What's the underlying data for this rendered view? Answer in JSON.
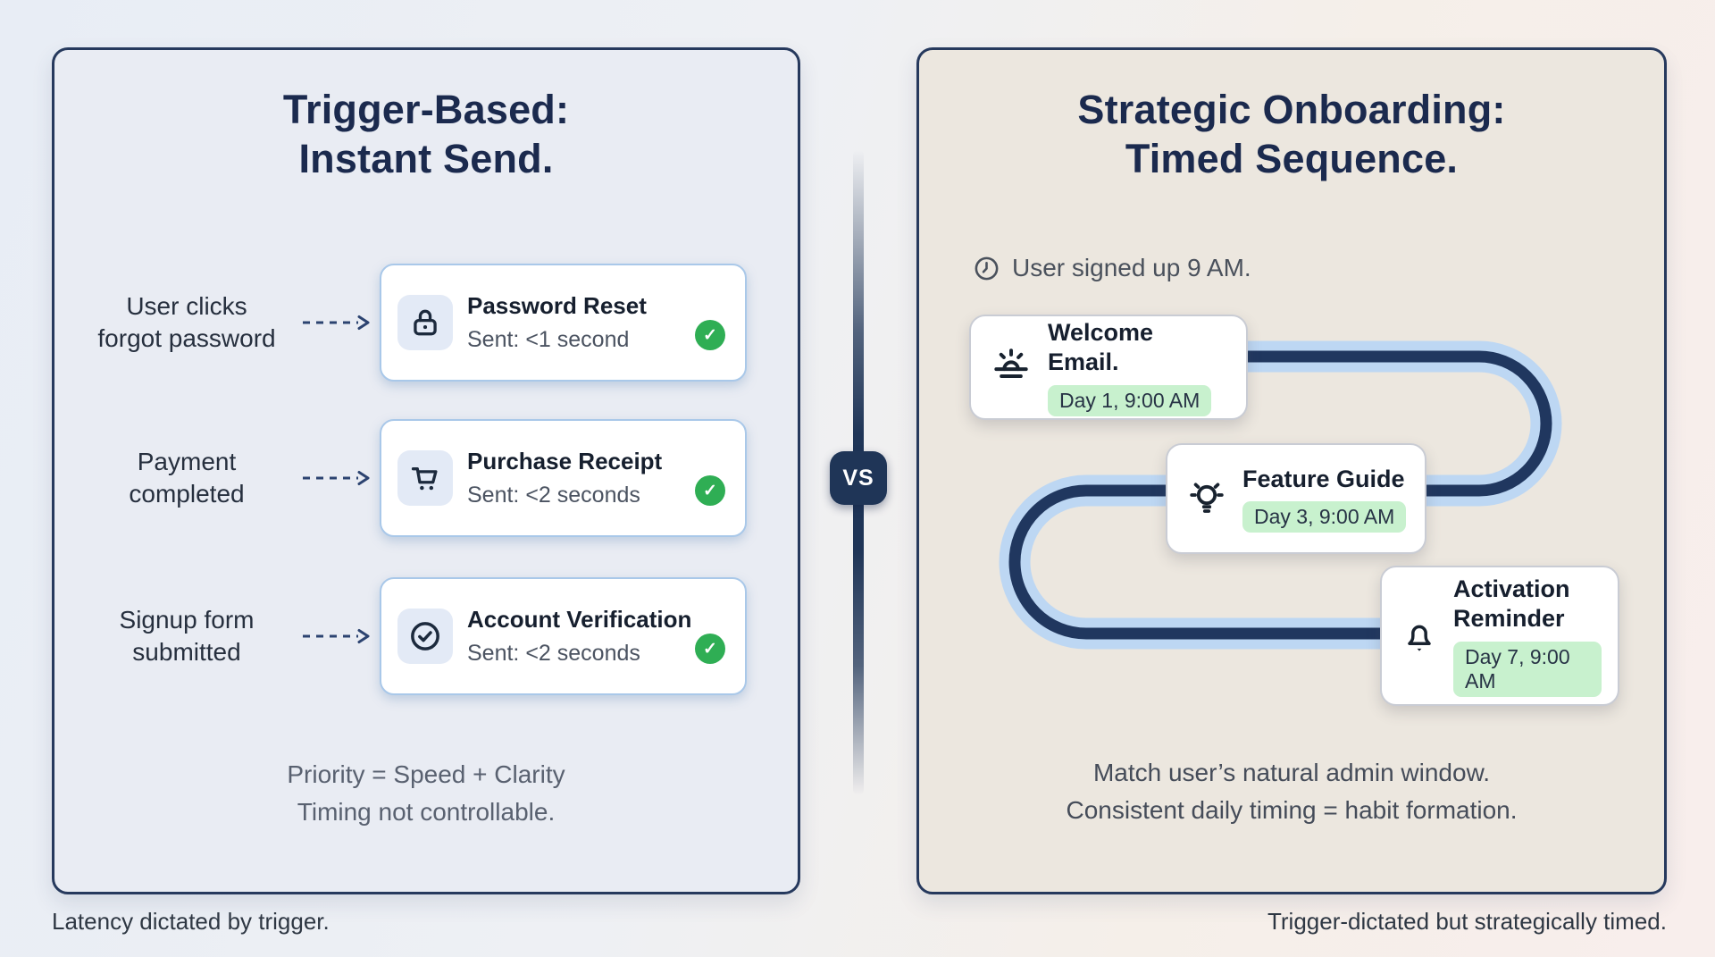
{
  "page": {
    "vs_label": "VS",
    "left_caption": "Latency dictated by trigger.",
    "right_caption": "Trigger-dictated but strategically timed."
  },
  "left_panel": {
    "title_line1": "Trigger-Based:",
    "title_line2": "Instant Send.",
    "rows": [
      {
        "trigger_line1": "User clicks",
        "trigger_line2": "forgot password",
        "icon": "lock-icon",
        "title": "Password Reset",
        "subtitle": "Sent: <1 second",
        "status_icon": "check"
      },
      {
        "trigger_line1": "Payment",
        "trigger_line2": "completed",
        "icon": "cart-icon",
        "title": "Purchase Receipt",
        "subtitle": "Sent: <2 seconds",
        "status_icon": "check"
      },
      {
        "trigger_line1": "Signup form",
        "trigger_line2": "submitted",
        "icon": "check-circle-icon",
        "title": "Account Verification",
        "subtitle": "Sent: <2 seconds",
        "status_icon": "check"
      }
    ],
    "footer_line1": "Priority = Speed + Clarity",
    "footer_line2": "Timing not controllable."
  },
  "right_panel": {
    "title_line1": "Strategic Onboarding:",
    "title_line2": "Timed Sequence.",
    "signup_note": "User signed up 9 AM.",
    "steps": [
      {
        "icon": "sunrise-icon",
        "title": "Welcome Email.",
        "badge": "Day 1, 9:00 AM"
      },
      {
        "icon": "lightbulb-icon",
        "title": "Feature Guide",
        "badge": "Day 3, 9:00 AM"
      },
      {
        "icon": "bell-icon",
        "title": "Activation Reminder",
        "badge": "Day 7, 9:00 AM"
      }
    ],
    "footer_line1": "Match user’s natural admin window.",
    "footer_line2": "Consistent daily timing = habit formation."
  },
  "colors": {
    "navy": "#1f3557",
    "path_light_blue": "#bdd7f3",
    "path_dark_navy": "#20375f",
    "success_green": "#2fae54",
    "pill_green": "#c8f1ce",
    "card_border_blue": "#a9c8e9"
  }
}
